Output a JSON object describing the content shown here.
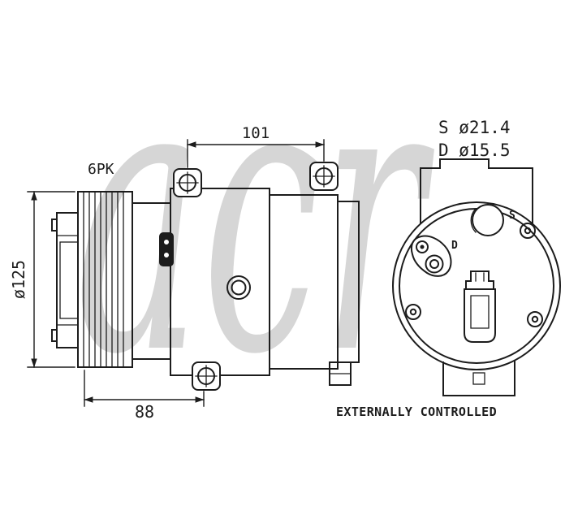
{
  "watermark": "acr",
  "colors": {
    "line": "#1c1c1c",
    "watermark": "#d6d6d6",
    "background": "#ffffff"
  },
  "side_view": {
    "belt_label": "6PK",
    "pulley_diameter": "ø125",
    "dim_width_top": "101",
    "dim_width_bottom": "88"
  },
  "rear_view": {
    "suction_port": "S ø21.4",
    "discharge_port": "D ø15.5",
    "port_s_label": "S",
    "port_d_label": "D"
  },
  "footer_note": "EXTERNALLY CONTROLLED"
}
